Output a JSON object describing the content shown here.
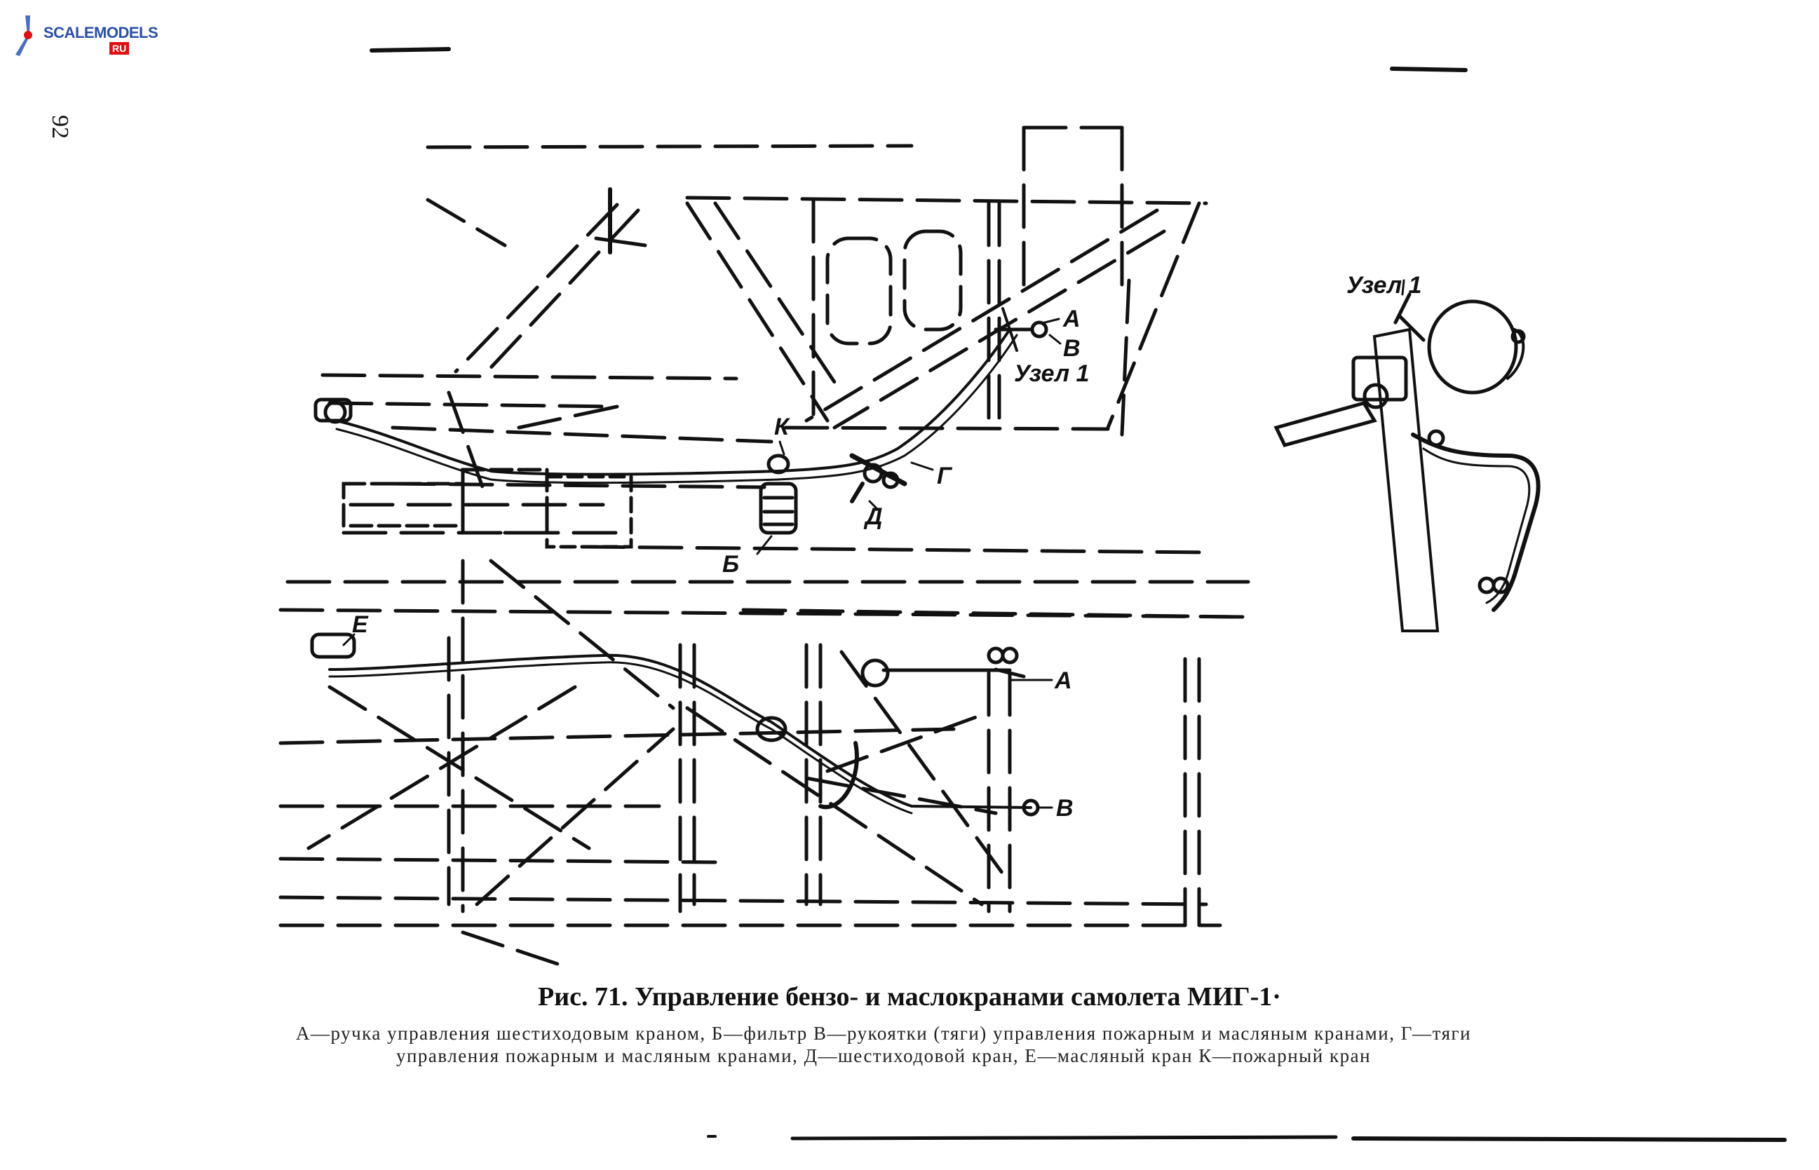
{
  "logo": {
    "text": "SCALEMODELS",
    "suffix": "RU"
  },
  "page_number": "92",
  "labels": {
    "top": {
      "A": "А",
      "B": "В",
      "uzel": "Узел 1",
      "K": "К",
      "G": "Г",
      "D": "Д",
      "Bfilter": "Б"
    },
    "bottom": {
      "E": "Е",
      "A": "А",
      "B": "В"
    },
    "detail": {
      "title": "Узел 1"
    }
  },
  "caption": {
    "prefix": "Рис. 71.",
    "title": "Управление бензо- и маслокранами самолета МИГ-1·"
  },
  "legend": {
    "line1": "А—ручка управления шестиходовым краном, Б—фильтр В—рукоятки (тяги) управления пожарным и масляным кранами, Г—тяги",
    "line2": "управления пожарным и масляным кранами, Д—шестиходовой кран, Е—масляный кран К—пожарный кран"
  }
}
